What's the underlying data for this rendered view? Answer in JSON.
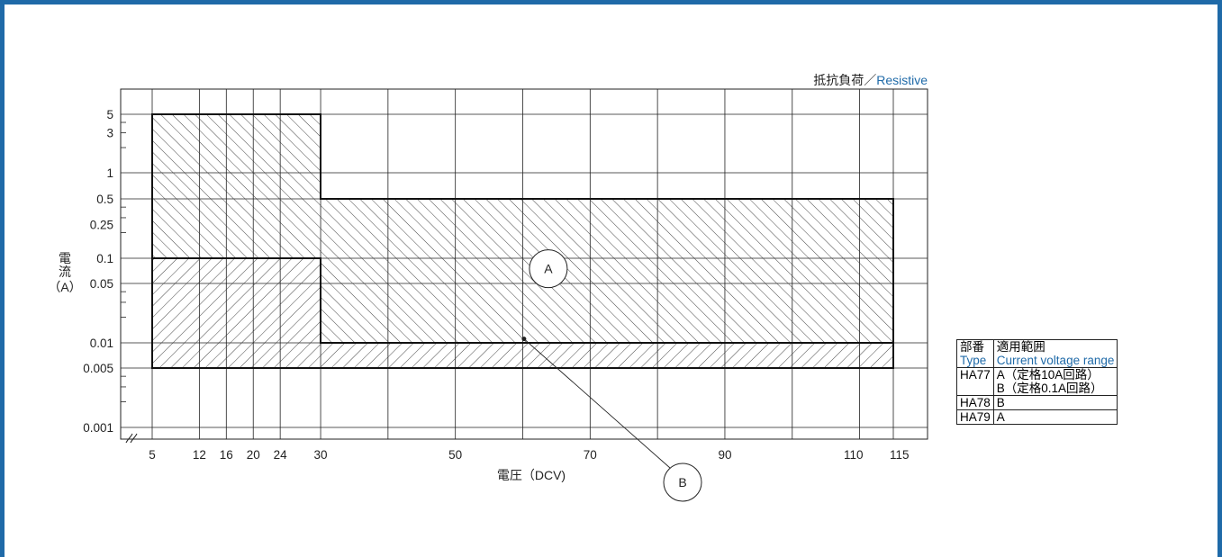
{
  "colors": {
    "frame": "#1f6aa8",
    "accent_text": "#1f6aa8",
    "ink": "#222222"
  },
  "chart_data": {
    "type": "area",
    "title_jp": "抵抗負荷／",
    "title_en": "Resistive",
    "xlabel": "電圧（DCV)",
    "ylabel": [
      "電",
      "流",
      "（A）"
    ],
    "x_scale": "linear, axis break before 5",
    "y_scale": "log",
    "xlim": [
      5,
      119
    ],
    "ylim": [
      0.0007,
      7
    ],
    "x_ticks": [
      5,
      12,
      16,
      20,
      24,
      30,
      50,
      70,
      90,
      110,
      115
    ],
    "x_tick_labels": [
      "5",
      "12",
      "16",
      "20",
      "24",
      "30",
      "50",
      "70",
      "90",
      "110",
      "115"
    ],
    "x_gridlines": [
      5,
      12,
      16,
      20,
      24,
      30,
      40,
      50,
      60,
      70,
      80,
      90,
      100,
      110,
      115
    ],
    "y_ticks": [
      5,
      3,
      1,
      0.5,
      0.25,
      0.1,
      0.05,
      0.01,
      0.005,
      0.001
    ],
    "y_tick_labels": [
      "5",
      "3",
      "1",
      "0.5",
      "0.25",
      "0.1",
      "0.05",
      "0.01",
      "0.005",
      "0.001"
    ],
    "y_gridlines": [
      5,
      1,
      0.5,
      0.1,
      0.05,
      0.01,
      0.005,
      0.001
    ],
    "grid": true,
    "regions": [
      {
        "name": "A",
        "hatch": "backslash",
        "outline": [
          [
            5,
            5
          ],
          [
            30,
            5
          ],
          [
            30,
            0.5
          ],
          [
            115,
            0.5
          ],
          [
            115,
            0.01
          ],
          [
            30,
            0.01
          ],
          [
            30,
            0.1
          ],
          [
            5,
            0.1
          ]
        ],
        "label_point": [
          65,
          0.075
        ]
      },
      {
        "name": "B",
        "hatch": "slash",
        "outline": [
          [
            5,
            0.1
          ],
          [
            30,
            0.1
          ],
          [
            30,
            0.01
          ],
          [
            115,
            0.01
          ],
          [
            115,
            0.005
          ],
          [
            5,
            0.005
          ]
        ],
        "pointer_point": [
          65,
          0.0075
        ]
      }
    ]
  },
  "legend_table": {
    "header": {
      "col1_jp": "部番",
      "col1_en": "Type",
      "col2_jp": "適用範囲",
      "col2_en": "Current voltage range"
    },
    "rows": [
      {
        "type": "HA77",
        "range": [
          "A（定格10A回路）",
          "B（定格0.1A回路）"
        ]
      },
      {
        "type": "HA78",
        "range": [
          "B"
        ]
      },
      {
        "type": "HA79",
        "range": [
          "A"
        ]
      }
    ]
  }
}
